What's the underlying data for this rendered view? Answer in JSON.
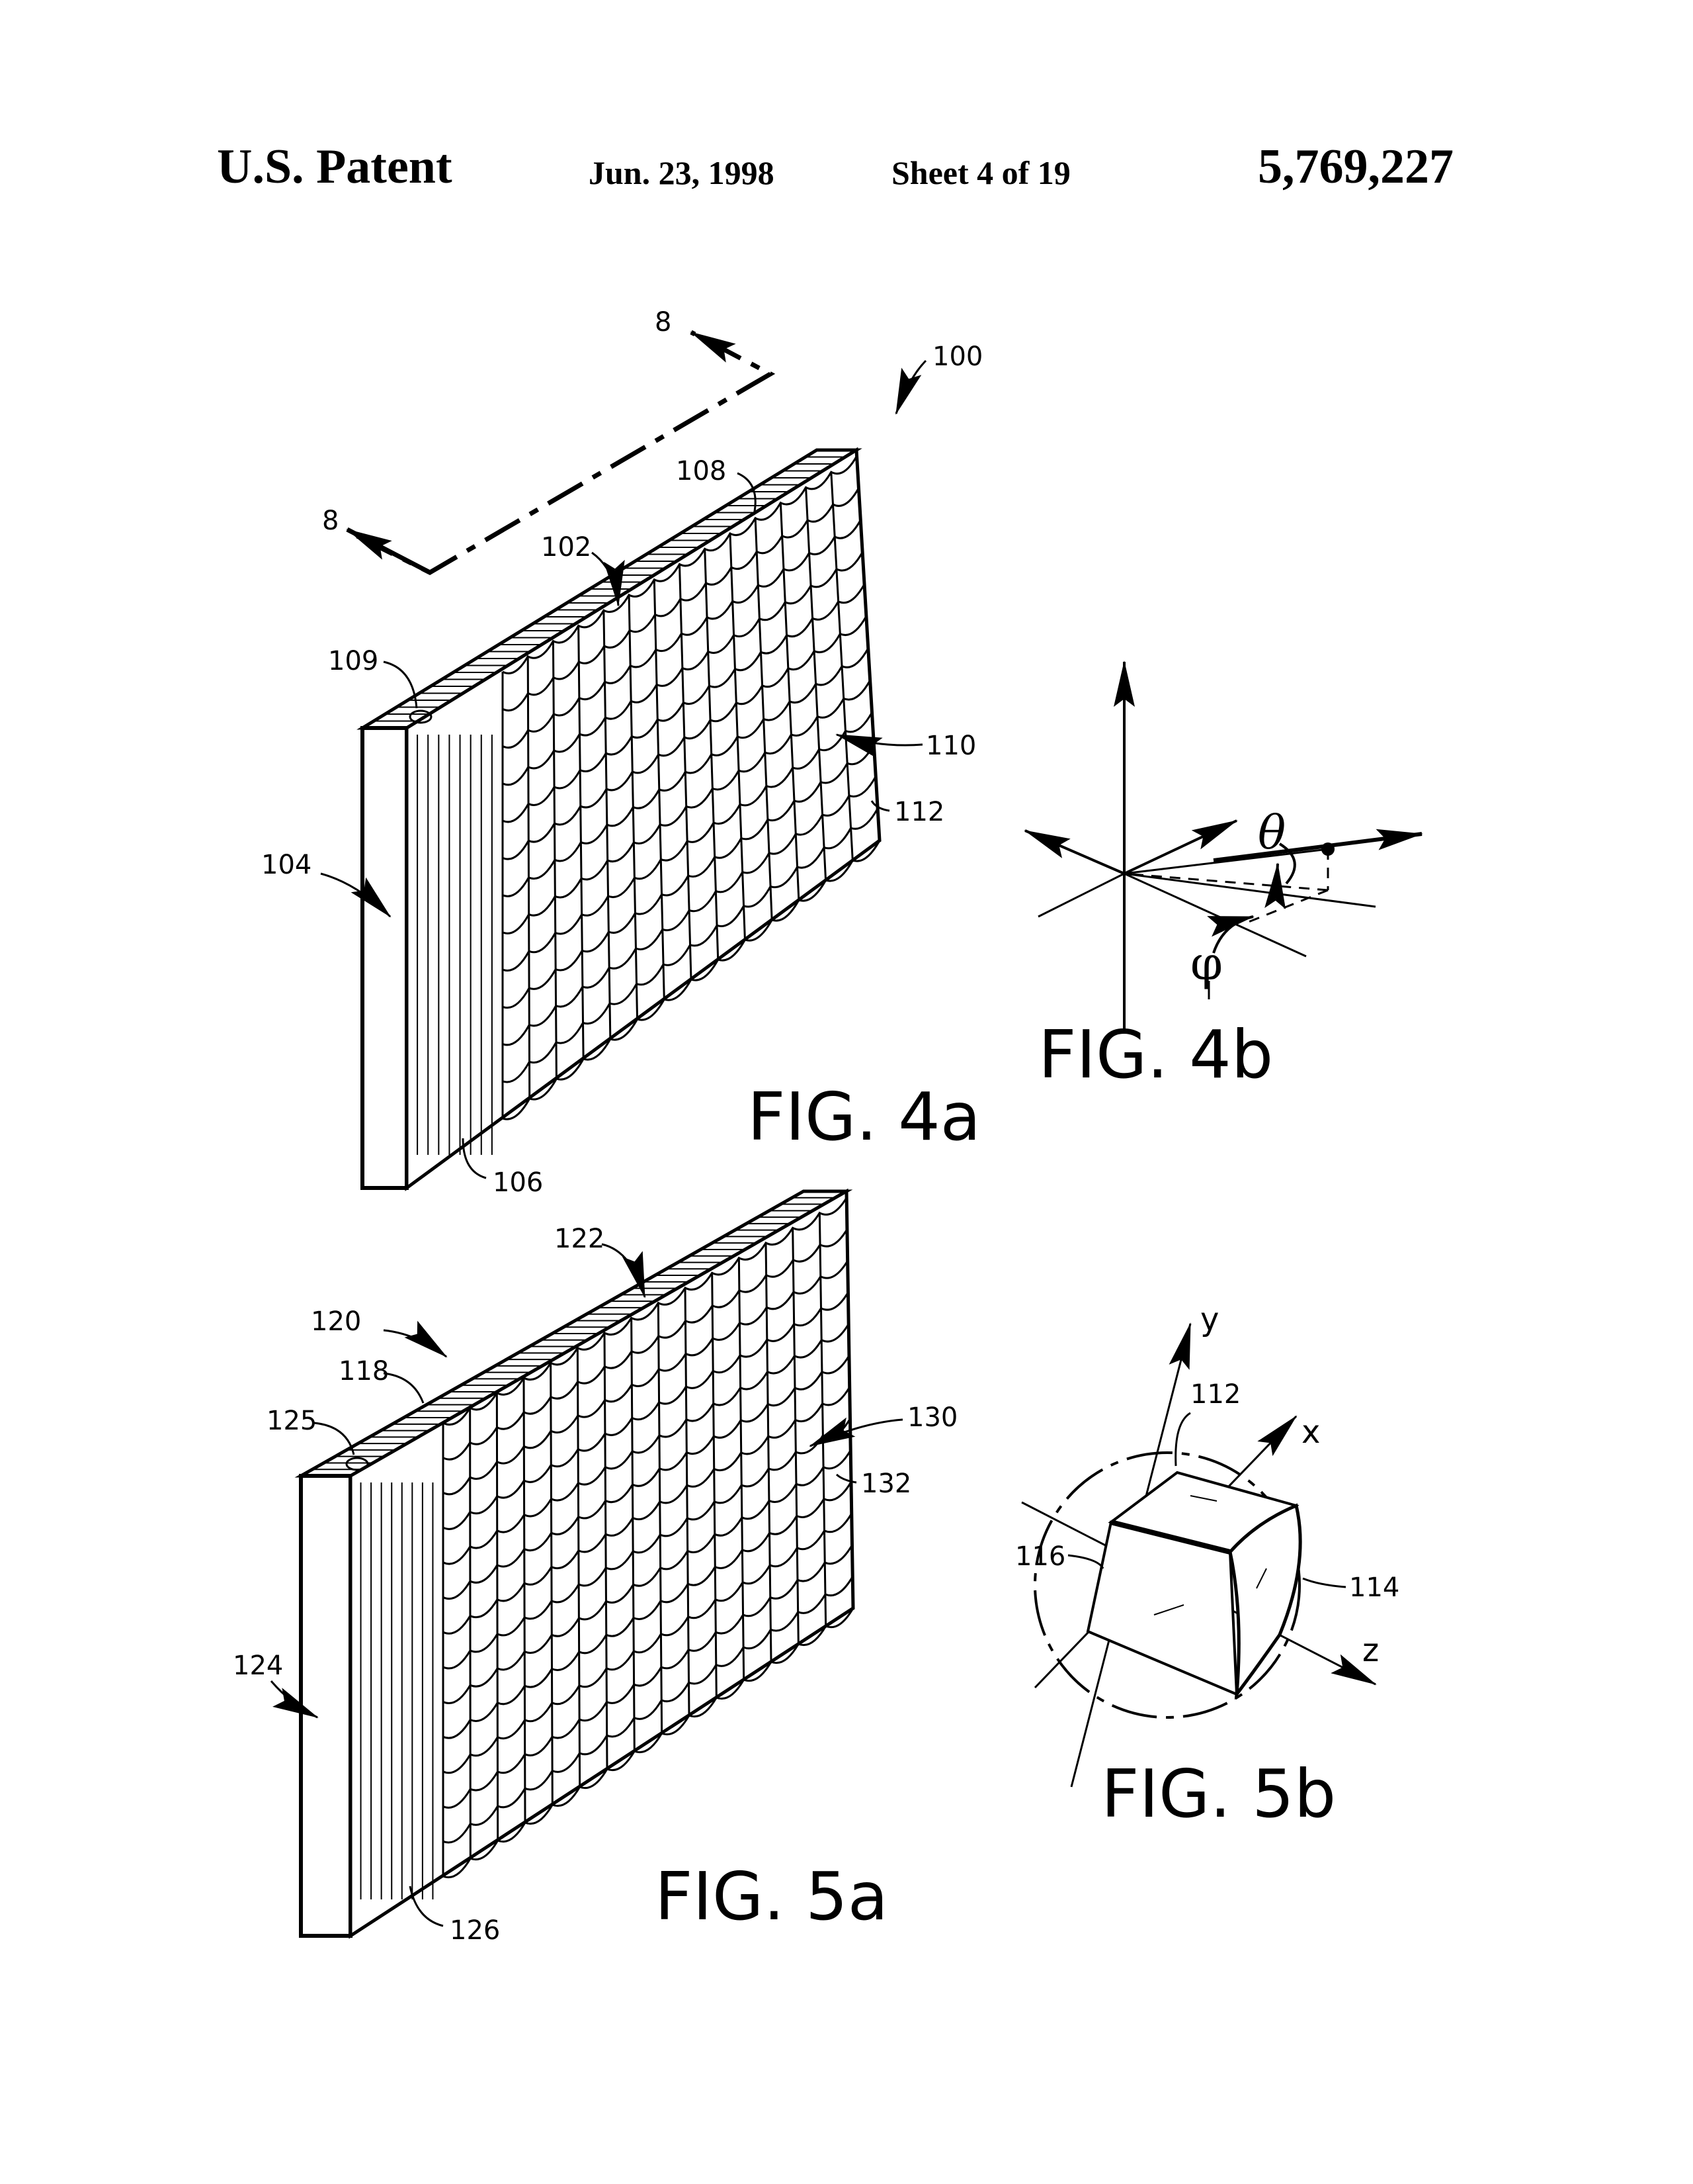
{
  "header": {
    "left": "U.S. Patent",
    "date": "Jun. 23, 1998",
    "sheet": "Sheet 4 of 19",
    "number": "5,769,227"
  },
  "fig4a": {
    "caption": "FIG. 4a",
    "labels": {
      "l100": "100",
      "l102": "102",
      "l104": "104",
      "l106": "106",
      "l108": "108",
      "l109": "109",
      "l110": "110",
      "l112": "112",
      "section_a": "8",
      "section_b": "8"
    }
  },
  "fig4b": {
    "caption": "FIG. 4b",
    "labels": {
      "theta": "θ",
      "phi": "φ"
    }
  },
  "fig5a": {
    "caption": "FIG. 5a",
    "labels": {
      "l118": "118",
      "l120": "120",
      "l122": "122",
      "l124": "124",
      "l125": "125",
      "l126": "126",
      "l130": "130",
      "l132": "132"
    }
  },
  "fig5b": {
    "caption": "FIG. 5b",
    "labels": {
      "l112": "112",
      "l114": "114",
      "l116": "116",
      "x": "x",
      "y": "y",
      "z": "z"
    }
  }
}
